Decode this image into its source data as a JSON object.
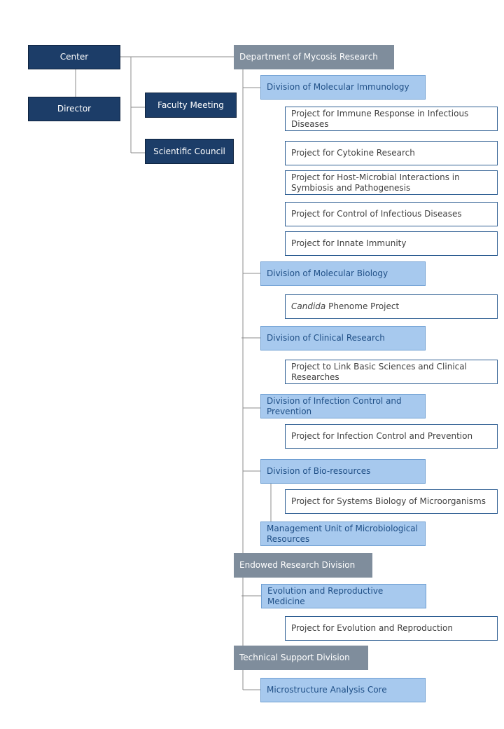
{
  "chart_data": {
    "type": "org-chart",
    "executive": {
      "center": "Center",
      "director": "Director",
      "faculty_meeting": "Faculty Meeting",
      "scientific_council": "Scientific Council"
    },
    "departments": {
      "mycosis": {
        "name": "Department of Mycosis Research",
        "divisions": {
          "immunology": {
            "name": "Division of Molecular Immunology",
            "projects": [
              "Project for Immune Response in Infectious Diseases",
              "Project for Cytokine Research",
              "Project for Host-Microbial Interactions in Symbiosis and Pathogenesis",
              "Project for Control of Infectious Diseases",
              "Project for Innate Immunity"
            ]
          },
          "biology": {
            "name": "Division of Molecular Biology",
            "project_italic": "Candida",
            "project_rest": " Phenome Project"
          },
          "clinical": {
            "name": "Division of Clinical Research",
            "projects": [
              "Project to Link Basic Sciences and Clinical Researches"
            ]
          },
          "infection": {
            "name": "Division of Infection Control and Prevention",
            "projects": [
              "Project for Infection Control and Prevention"
            ]
          },
          "bioresources": {
            "name": "Division of Bio-resources",
            "projects": [
              "Project for Systems Biology of Microorganisms"
            ],
            "unit": "Management Unit of Microbiological Resources"
          }
        }
      },
      "endowed": {
        "name": "Endowed Research Division",
        "divisions": {
          "evolution": {
            "name": "Evolution and Reproductive Medicine",
            "projects": [
              "Project for Evolution and Reproduction"
            ]
          }
        }
      },
      "technical": {
        "name": "Technical Support Division",
        "divisions": {
          "microstructure": {
            "name": "Microstructure Analysis Core"
          }
        }
      }
    },
    "colors": {
      "executive": "#1c3d68",
      "department": "#7f8d9c",
      "division": "#a7c9ee",
      "project_border": "#2f5f93",
      "connector": "#8c8c8c"
    }
  }
}
